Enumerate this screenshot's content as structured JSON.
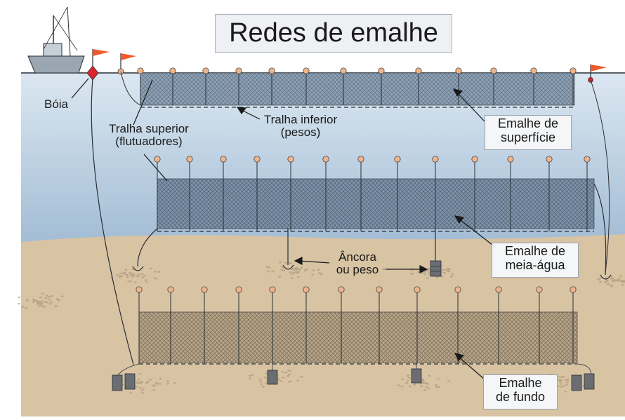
{
  "title": "Redes de emalhe",
  "labels": {
    "buoy": "Bóia",
    "top_line": [
      "Tralha superior",
      "(flutuadores)"
    ],
    "bottom_line": [
      "Tralha inferior",
      "(pesos)"
    ],
    "anchor": [
      "Âncora",
      "ou peso"
    ],
    "surface_net": [
      "Emalhe de",
      "superfície"
    ],
    "midwater_net": [
      "Emalhe de",
      "meia-água"
    ],
    "bottom_net": [
      "Emalhe",
      "de fundo"
    ]
  },
  "colors": {
    "sky": "#ffffff",
    "water_top": "#dbe7f1",
    "water_bottom": "#9fbad3",
    "sand": "#d8c3a3",
    "surface_net": "#8fa2b5",
    "midwater_net": "#7f93a8",
    "bottom_net": "#b7a58a",
    "float": "#f0b48a",
    "flag": "#f05a2a",
    "line": "#2a2f36"
  }
}
